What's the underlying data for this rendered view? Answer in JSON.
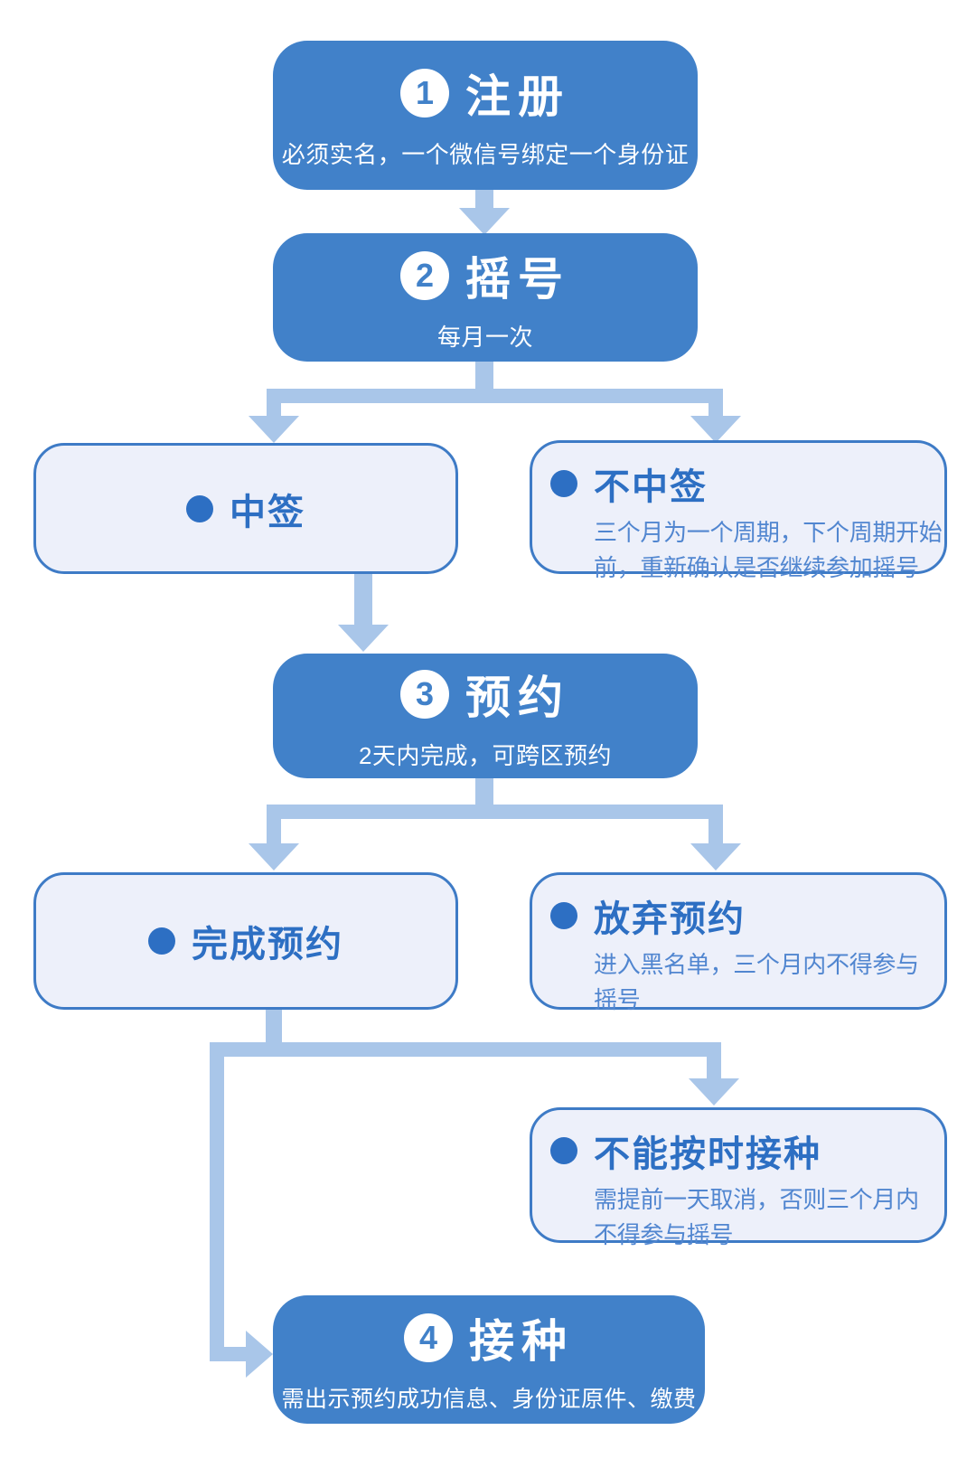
{
  "palette": {
    "box_blue": "#4181C9",
    "arrow_blue": "#A9C6E9",
    "light_box_bg": "#EDF0FA",
    "light_box_border": "#3E7BC6",
    "title_blue": "#2D6FC3",
    "body_blue": "#5186D0",
    "white": "#FFFFFF"
  },
  "steps": [
    {
      "number": "1",
      "title": "注册",
      "subtitle": "必须实名，一个微信号绑定一个身份证"
    },
    {
      "number": "2",
      "title": "摇号",
      "subtitle": "每月一次"
    },
    {
      "number": "3",
      "title": "预约",
      "subtitle": "2天内完成，可跨区预约"
    },
    {
      "number": "4",
      "title": "接种",
      "subtitle": "需出示预约成功信息、身份证原件、缴费"
    }
  ],
  "outcomes": {
    "win": {
      "title": "中签"
    },
    "lose": {
      "title": "不中签",
      "detail": "三个月为一个周期，下个周期开始\n前，重新确认是否继续参加摇号"
    },
    "complete": {
      "title": "完成预约"
    },
    "abandon": {
      "title": "放弃预约",
      "detail": "进入黑名单，三个月内不得参与\n摇号"
    },
    "late": {
      "title": "不能按时接种",
      "detail": "需提前一天取消，否则三个月内\n不得参与摇号"
    }
  }
}
